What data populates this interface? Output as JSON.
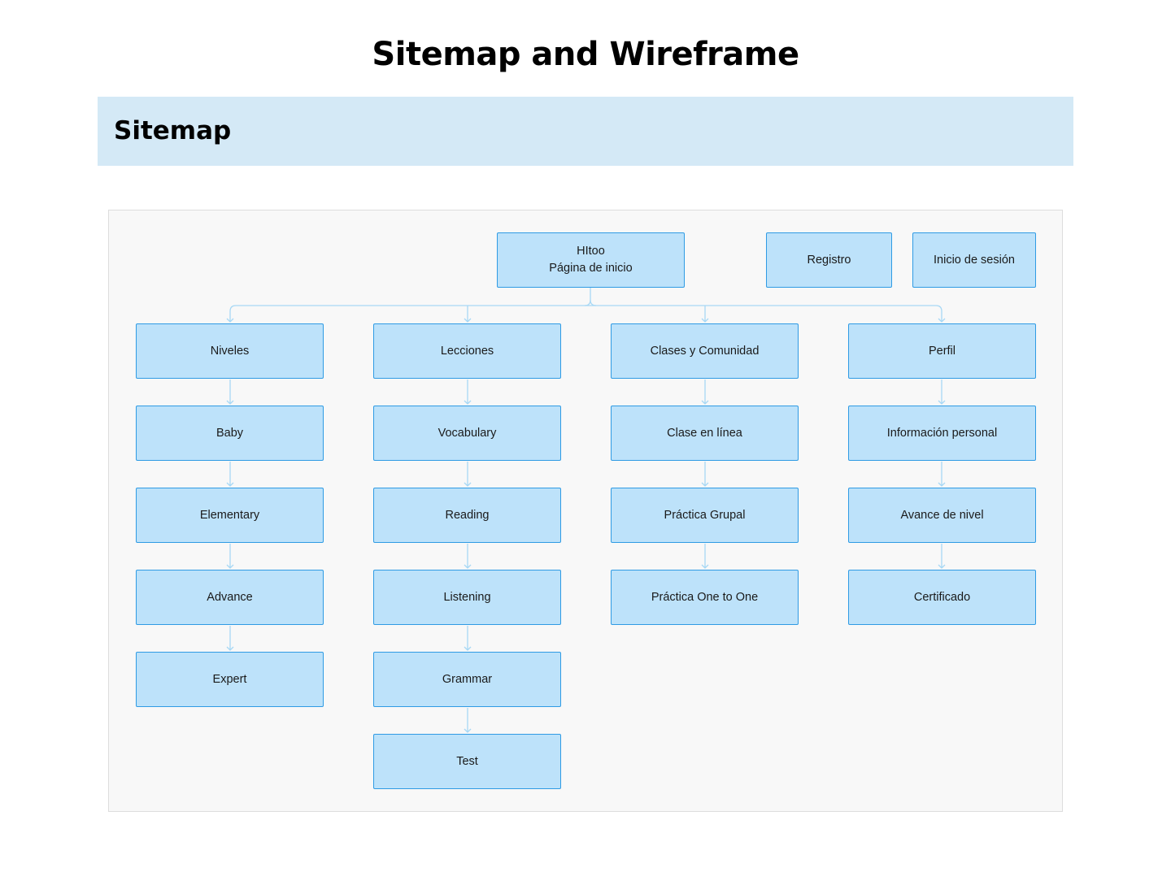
{
  "title": "Sitemap and Wireframe",
  "section": {
    "title": "Sitemap"
  },
  "sitemap": {
    "root": {
      "line1": "HItoo",
      "line2": "Página de inicio"
    },
    "registro": "Registro",
    "login": "Inicio de sesión",
    "columns": [
      {
        "header": "Niveles",
        "items": [
          "Baby",
          "Elementary",
          "Advance",
          "Expert"
        ]
      },
      {
        "header": "Lecciones",
        "items": [
          "Vocabulary",
          "Reading",
          "Listening",
          "Grammar",
          "Test"
        ]
      },
      {
        "header": "Clases y Comunidad",
        "items": [
          "Clase en línea",
          "Práctica Grupal",
          "Práctica One to One"
        ]
      },
      {
        "header": "Perfil",
        "items": [
          "Información personal",
          "Avance de nivel",
          "Certificado"
        ]
      }
    ]
  },
  "colors": {
    "node_fill": "#bde2fa",
    "node_border": "#2f9be4",
    "connector": "#a7d8f5",
    "band": "#d4e9f6"
  }
}
